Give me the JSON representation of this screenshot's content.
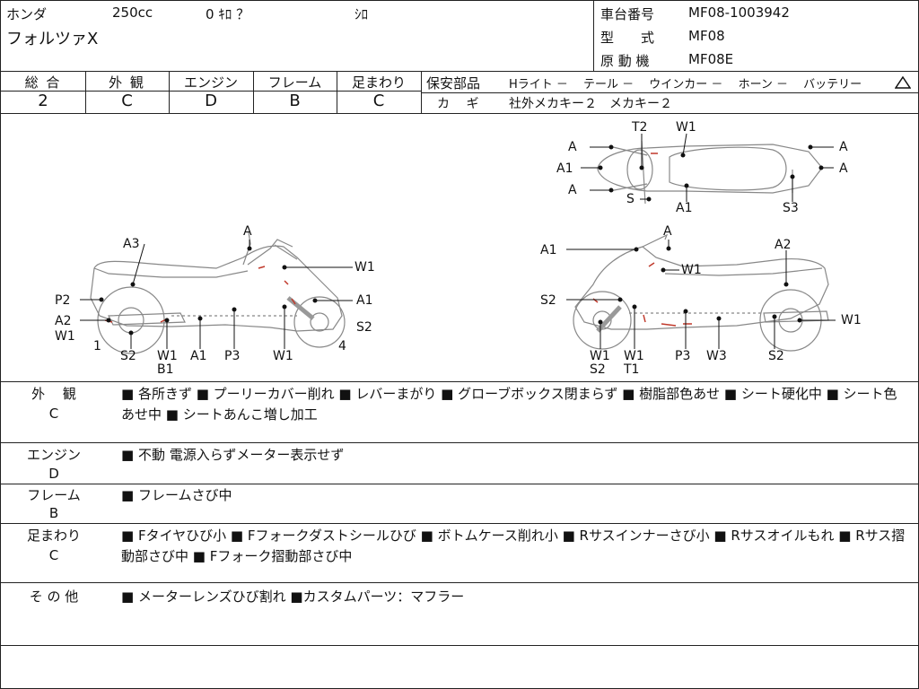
{
  "header": {
    "maker": "ホンダ",
    "displacement": "250cc",
    "mileage": "0 ｷﾛ ？",
    "color": "ｼﾛ",
    "model_name": "フォルツァX",
    "frame_no_label": "車台番号",
    "frame_no": "MF08-1003942",
    "model_type_label": "型　　式",
    "model_type": "MF08",
    "engine_label": "原 動 機",
    "engine": "MF08E"
  },
  "grades": [
    {
      "label": "総 合",
      "value": "2"
    },
    {
      "label": "外 観",
      "value": "C"
    },
    {
      "label": "エンジン",
      "value": "D"
    },
    {
      "label": "フレーム",
      "value": "B"
    },
    {
      "label": "足まわり",
      "value": "C"
    }
  ],
  "safety": {
    "title": "保安部品",
    "items": "Hライト －　 テール －　 ウインカー －　 ホーン －　 バッテリー",
    "key_label": "カ　 ギ",
    "key_value": "社外メカキー２　メカキー２"
  },
  "diagram": {
    "left_bike": {
      "A3": "A3",
      "A": "A",
      "W1a": "W1",
      "P2": "P2",
      "A1": "A1",
      "A2": "A2",
      "W1b": "W1",
      "S2r": "S2",
      "one": "1",
      "S2": "S2",
      "W1c": "W1",
      "B1": "B1",
      "A1b": "A1",
      "P3": "P3",
      "W1d": "W1",
      "four": "4"
    },
    "right_bike": {
      "A1": "A1",
      "A": "A",
      "A2": "A2",
      "W1a": "W1",
      "S2": "S2",
      "W1r": "W1",
      "W1b": "W1",
      "S2b": "S2",
      "W1c": "W1",
      "T1": "T1",
      "P3": "P3",
      "W3": "W3",
      "S2c": "S2"
    },
    "top_view": {
      "T2": "T2",
      "W1": "W1",
      "A_tl": "A",
      "A1_l": "A1",
      "A_bl": "A",
      "S": "S",
      "A1_b": "A1",
      "S3": "S3",
      "A_tr": "A",
      "A_mr": "A"
    }
  },
  "notes": [
    {
      "label": "外　 観",
      "grade": "C",
      "text": "■ 各所きず ■ プーリーカバー削れ ■ レバーまがり ■ グローブボックス閉まらず ■ 樹脂部色あせ ■ シート硬化中 ■ シート色あせ中 ■ シートあんこ増し加工"
    },
    {
      "label": "エンジン",
      "grade": "D",
      "text": "■ 不動 電源入らずメーター表示せず"
    },
    {
      "label": "フレーム",
      "grade": "B",
      "text": "■ フレームさび中"
    },
    {
      "label": "足まわり",
      "grade": "C",
      "text": "■ Fタイヤひび小 ■ Fフォークダストシールひび ■ ボトムケース削れ小 ■ Rサスインナーさび小 ■ Rサスオイルもれ ■ Rサス摺動部さび中 ■ Fフォーク摺動部さび中"
    },
    {
      "label": "そ の 他",
      "grade": "",
      "text": "■ メーターレンズひび割れ ■カスタムパーツ：マフラー"
    }
  ]
}
